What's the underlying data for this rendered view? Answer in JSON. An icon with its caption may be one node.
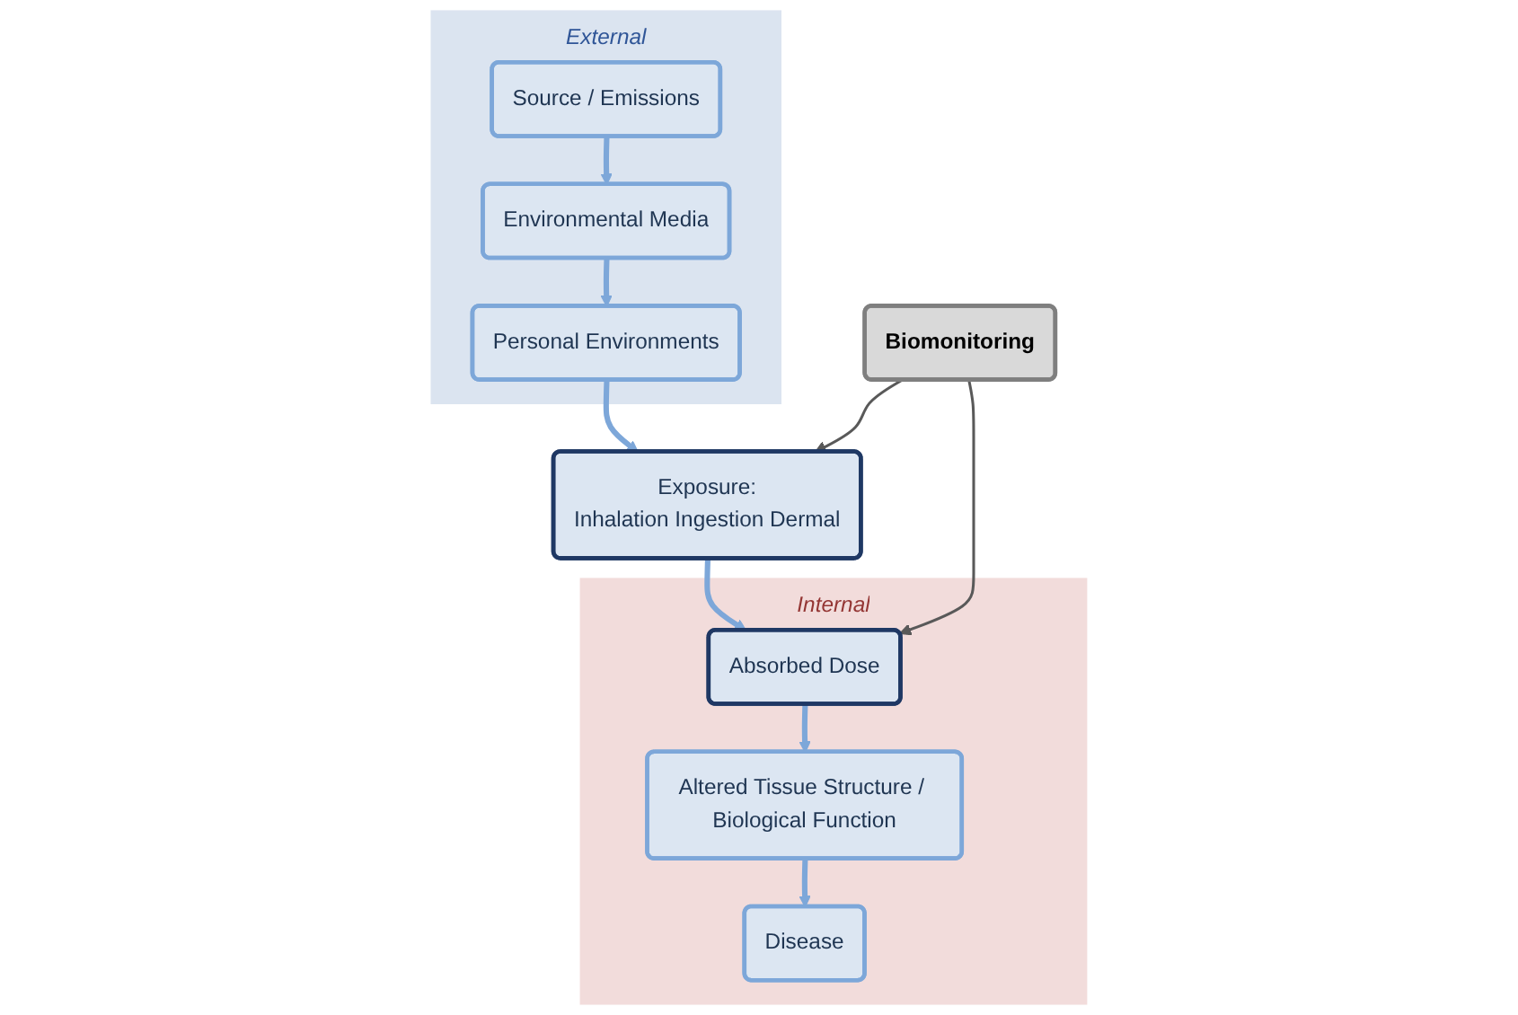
{
  "diagram": {
    "nodes": [
      {
        "text": [
          "External"
        ]
      },
      {
        "text": [
          "Source / Emissions"
        ],
        "in": 0
      },
      {
        "text": [
          "Environmental Media"
        ],
        "in": 0
      },
      {
        "text": [
          "Personal Environments"
        ],
        "in": 0
      },
      {
        "text": [
          "Exposure:",
          "Inhalation Ingestion Dermal"
        ]
      },
      {
        "text": [
          "Internal"
        ]
      },
      {
        "text": [
          "Absorbed Dose"
        ],
        "in": 5
      },
      {
        "text": [
          "Altered Tissue Structure / Biological Function"
        ],
        "in": 5
      },
      {
        "text": [
          "Disease"
        ],
        "in": 5
      },
      {
        "text": [
          "Biomonitoring"
        ]
      }
    ],
    "edges": [
      {
        "from": 1,
        "to": 2,
        "arrow": "to"
      },
      {
        "from": 2,
        "to": 3,
        "arrow": "to"
      },
      {
        "from": 3,
        "to": 4,
        "arrow": "to"
      },
      {
        "from": 4,
        "to": 6,
        "arrow": "to"
      },
      {
        "from": 6,
        "to": 7,
        "arrow": "to"
      },
      {
        "from": 7,
        "to": 8,
        "arrow": "to"
      },
      {
        "from": 9,
        "to": 4,
        "arrow": "to",
        "color": "#595959"
      },
      {
        "from": 9,
        "to": 6,
        "arrow": "to",
        "color": "#595959"
      }
    ]
  }
}
